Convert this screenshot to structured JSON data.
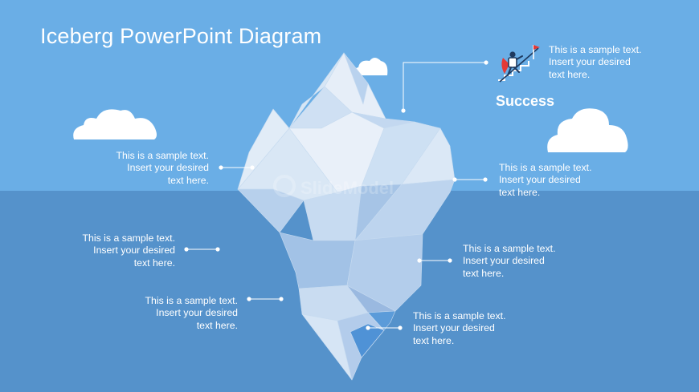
{
  "title": "Iceberg PowerPoint Diagram",
  "success_label": "Success",
  "watermark": "SlideModel",
  "callouts": [
    {
      "line1": "This is a sample text.",
      "line2": "Insert your desired",
      "line3": "text here."
    },
    {
      "line1": "This is a sample text.",
      "line2": "Insert your desired",
      "line3": "text here."
    },
    {
      "line1": "This is a sample text.",
      "line2": "Insert your desired",
      "line3": "text here."
    },
    {
      "line1": "This is a sample text.",
      "line2": "Insert your desired",
      "line3": "text here."
    },
    {
      "line1": "This is a sample text.",
      "line2": "Insert your desired",
      "line3": "text here."
    },
    {
      "line1": "This is a sample text.",
      "line2": "Insert your desired",
      "line3": "text here."
    },
    {
      "line1": "This is a sample text.",
      "line2": "Insert your desired",
      "line3": "text here."
    }
  ],
  "colors": {
    "sky": "#6aaee6",
    "sea": "#5592cb",
    "text": "#ffffff",
    "icon_red": "#e53935",
    "icon_navy": "#1f3a5f"
  },
  "icons": [
    "cloud-icon",
    "success-climber-icon",
    "flag-icon"
  ]
}
